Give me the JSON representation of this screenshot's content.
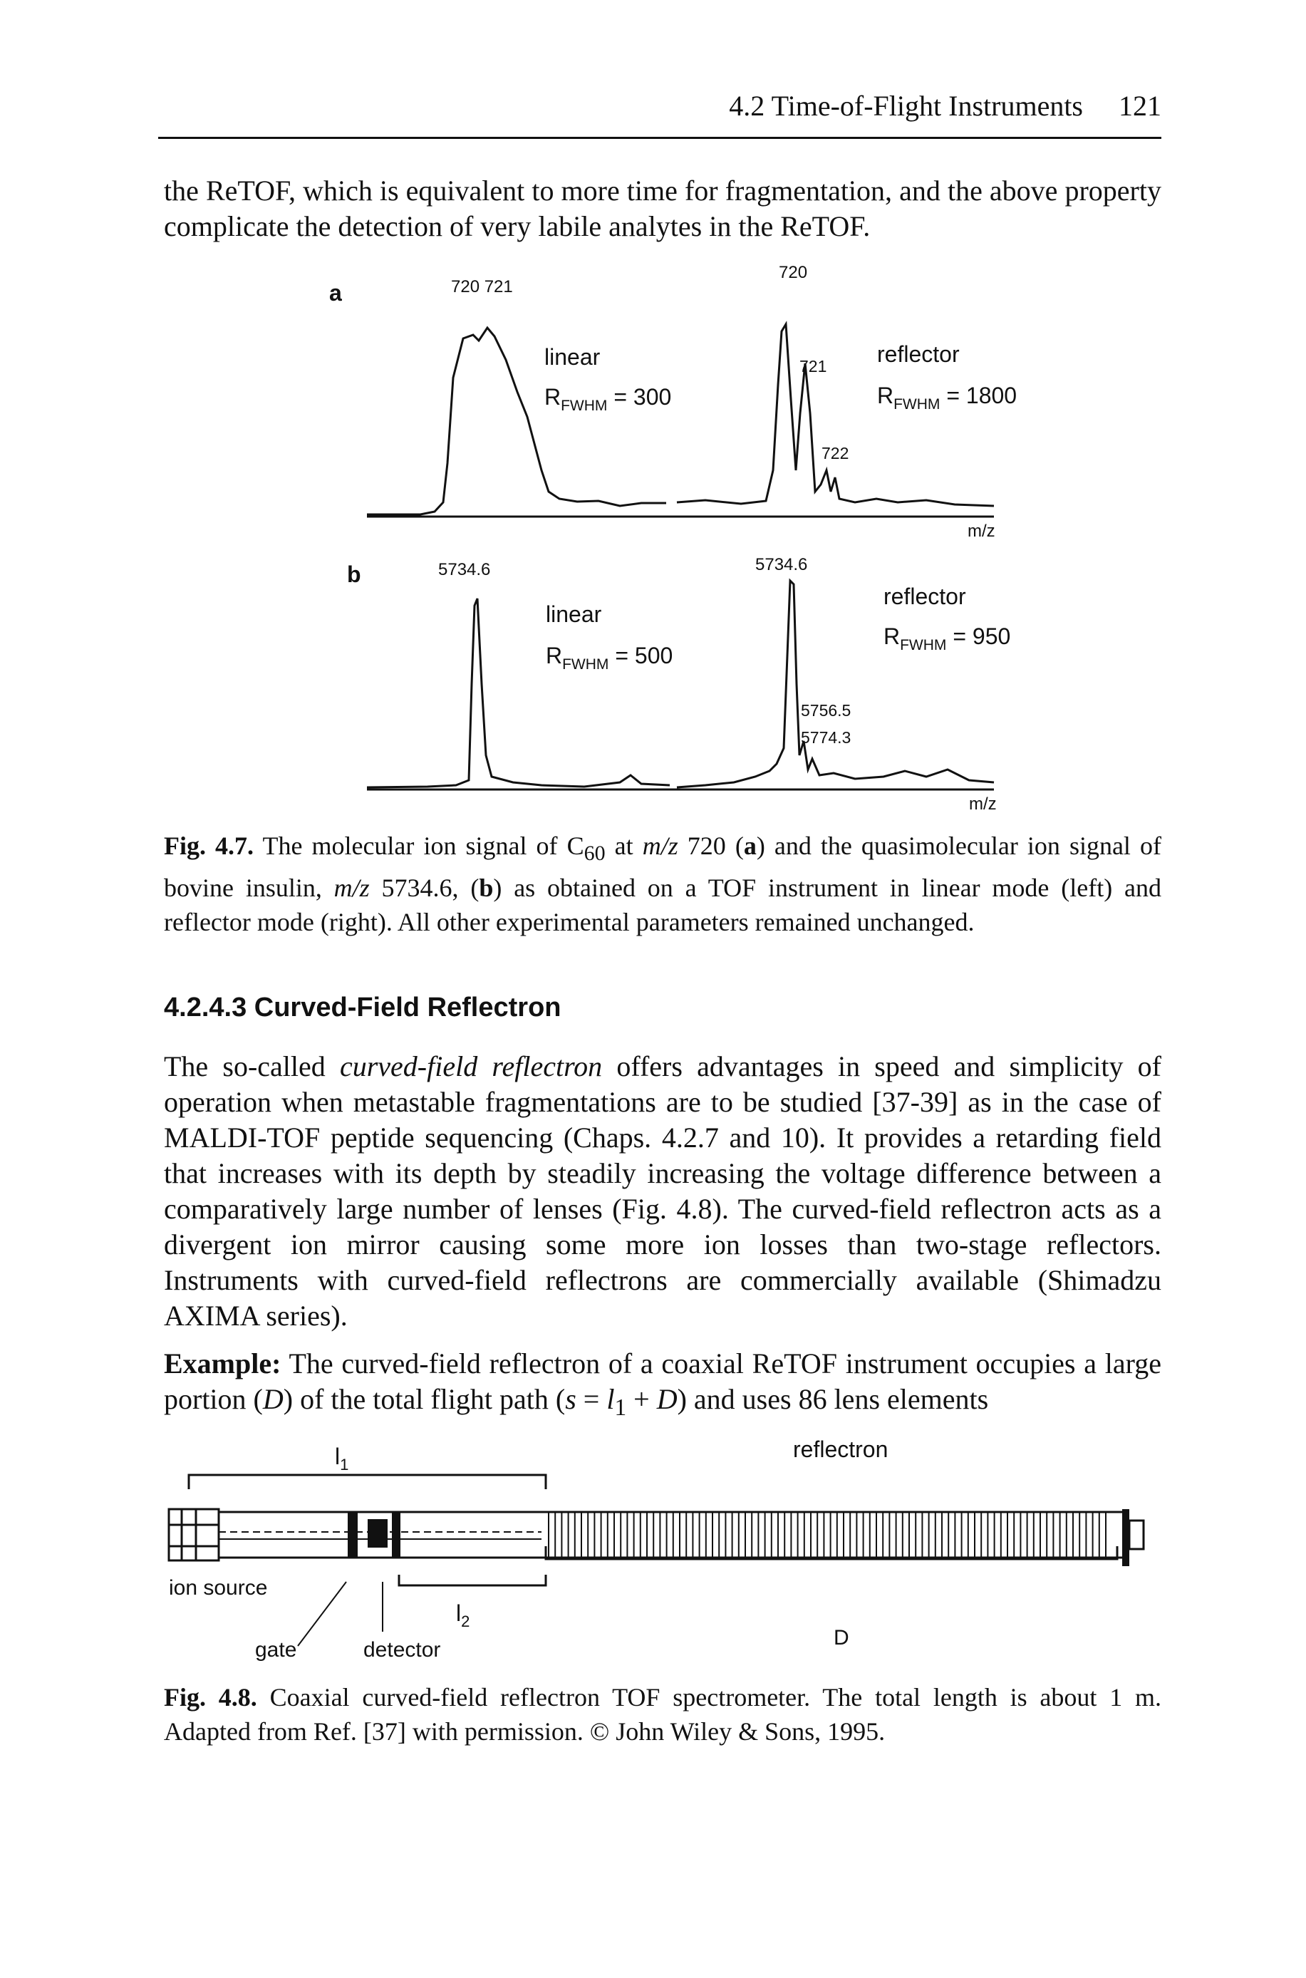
{
  "header": {
    "section_title": "4.2 Time-of-Flight Instruments",
    "page_number": "121"
  },
  "intro_text": "the ReTOF, which is equivalent to more time for fragmentation, and the above property complicate the detection of very labile analytes in the ReTOF.",
  "figure_4_7": {
    "panel_a": {
      "label": "a",
      "linear_peaks": "720 721",
      "linear_label": "linear",
      "linear_resolution": "R",
      "linear_res_sub": "FWHM",
      "linear_res_value": " = 300",
      "reflector_peak_main": "720",
      "reflector_peak_2": "721",
      "reflector_peak_3": "722",
      "reflector_label": "reflector",
      "reflector_resolution": "R",
      "reflector_res_sub": "FWHM",
      "reflector_res_value": " = 1800",
      "axis_label": "m/z"
    },
    "panel_b": {
      "label": "b",
      "linear_peak": "5734.6",
      "linear_label": "linear",
      "linear_resolution": "R",
      "linear_res_sub": "FWHM",
      "linear_res_value": " = 500",
      "reflector_peak_main": "5734.6",
      "reflector_peak_2": "5756.5",
      "reflector_peak_3": "5774.3",
      "reflector_label": "reflector",
      "reflector_resolution": "R",
      "reflector_res_sub": "FWHM",
      "reflector_res_value": " = 950",
      "axis_label": "m/z"
    },
    "caption_label": "Fig. 4.7.",
    "caption_part1": " The molecular ion signal of C",
    "caption_sub": "60",
    "caption_part2": " at ",
    "caption_mz": "m/z",
    "caption_part3": " 720 (",
    "caption_a": "a",
    "caption_part4": ") and the quasimolecular ion signal of bovine insulin, ",
    "caption_mz2": "m/z",
    "caption_part5": " 5734.6, (",
    "caption_b": "b",
    "caption_part6": ") as obtained on a TOF instrument in linear mode (left) and reflector mode (right). All other experimental parameters remained unchanged."
  },
  "section": {
    "heading": "4.2.4.3 Curved-Field Reflectron"
  },
  "body_para": {
    "part1": "The so-called ",
    "italic": "curved-field reflectron",
    "part2": " offers advantages in speed and simplicity of operation when metastable fragmentations are to be studied [37-39] as in the case of MALDI-TOF peptide sequencing (Chaps. 4.2.7 and 10). It provides a retarding field that increases with its depth by steadily increasing the voltage difference between a comparatively large number of lenses (Fig. 4.8). The curved-field reflectron acts as a divergent ion mirror causing some more ion losses than two-stage reflectors. Instruments with curved-field reflectrons are commercially available (Shimadzu AXIMA series)."
  },
  "example_para": {
    "label": "Example:",
    "part1": " The curved-field reflectron of a coaxial ReTOF instrument occupies a large portion (",
    "D1": "D",
    "part2": ") of the total flight path (",
    "s": "s",
    "part3": " = ",
    "l1": "l",
    "l1_sub": "1",
    "part4": " + ",
    "D2": "D",
    "part5": ") and uses 86 lens elements"
  },
  "figure_4_8": {
    "l1_label": "l",
    "l1_sub": "1",
    "l2_label": "l",
    "l2_sub": "2",
    "reflectron_label": "reflectron",
    "ion_source_label": "ion source",
    "gate_label": "gate",
    "detector_label": "detector",
    "D_label": "D",
    "caption_label": "Fig. 4.8.",
    "caption_text": " Coaxial curved-field reflectron TOF spectrometer. The total length is about 1 m. Adapted from Ref. [37] with permission. © John Wiley & Sons, 1995."
  }
}
